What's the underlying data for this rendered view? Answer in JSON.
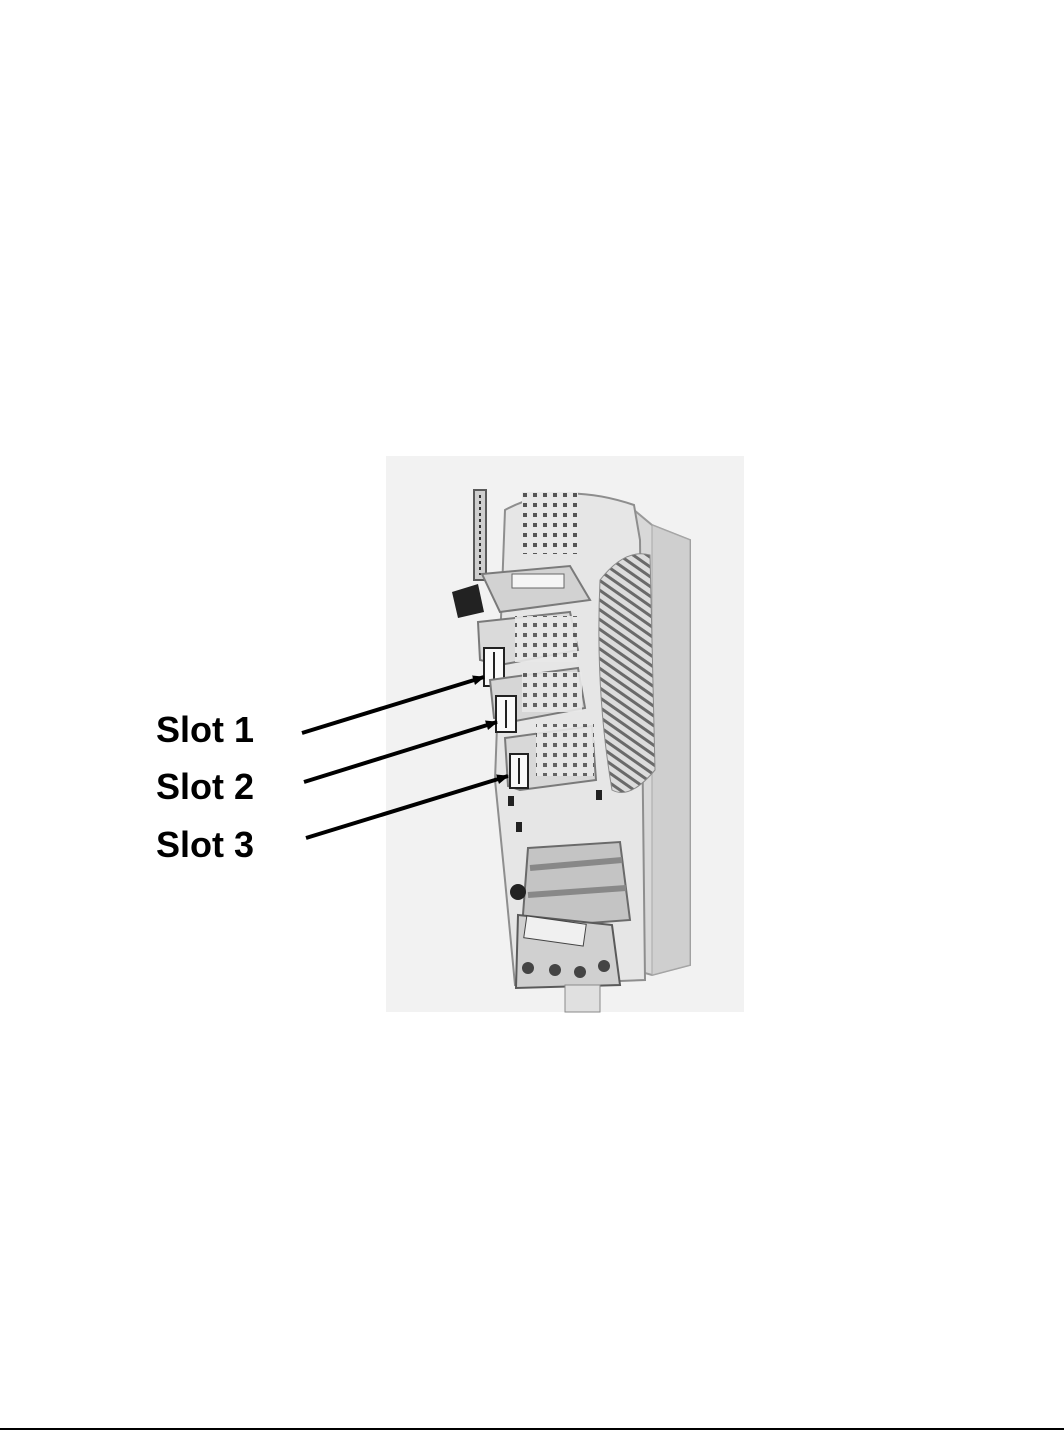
{
  "labels": [
    {
      "id": "slot-1",
      "text": "Slot 1"
    },
    {
      "id": "slot-2",
      "text": "Slot 2"
    },
    {
      "id": "slot-3",
      "text": "Slot 3"
    }
  ],
  "image": {
    "subject": "drive unit with option module slots",
    "background": "#f2f2f2",
    "body_color": "#e6e6e6",
    "shadow_color": "#bdbdbd",
    "ink_color": "#000000"
  }
}
